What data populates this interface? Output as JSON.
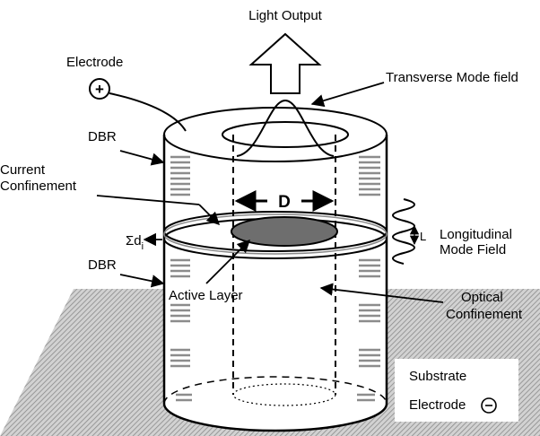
{
  "labels": {
    "light_output": "Light Output",
    "electrode": "Electrode",
    "electrode_sign": "+",
    "transverse_mode_field": "Transverse Mode field",
    "dbr_top": "DBR",
    "current_confinement_line1": "Current",
    "current_confinement_line2": "Confinement",
    "aperture_d": "D",
    "sum_d": "Σd",
    "sum_d_sub": "i",
    "dbr_bottom": "DBR",
    "active_layer": "Active Layer",
    "longitudinal_line1": "Longitudinal",
    "longitudinal_line2": "Mode Field",
    "length_l": "L",
    "optical_line1": "Optical",
    "optical_line2": "Confinement",
    "substrate": "Substrate",
    "substrate_electrode": "Electrode",
    "substrate_electrode_sign": "−"
  },
  "colors": {
    "line": "#000000",
    "substrate_hatch": "#9a9a9a",
    "mirror_stripe": "#8c8c8c",
    "active_layer_fill": "#6e6e6e"
  }
}
